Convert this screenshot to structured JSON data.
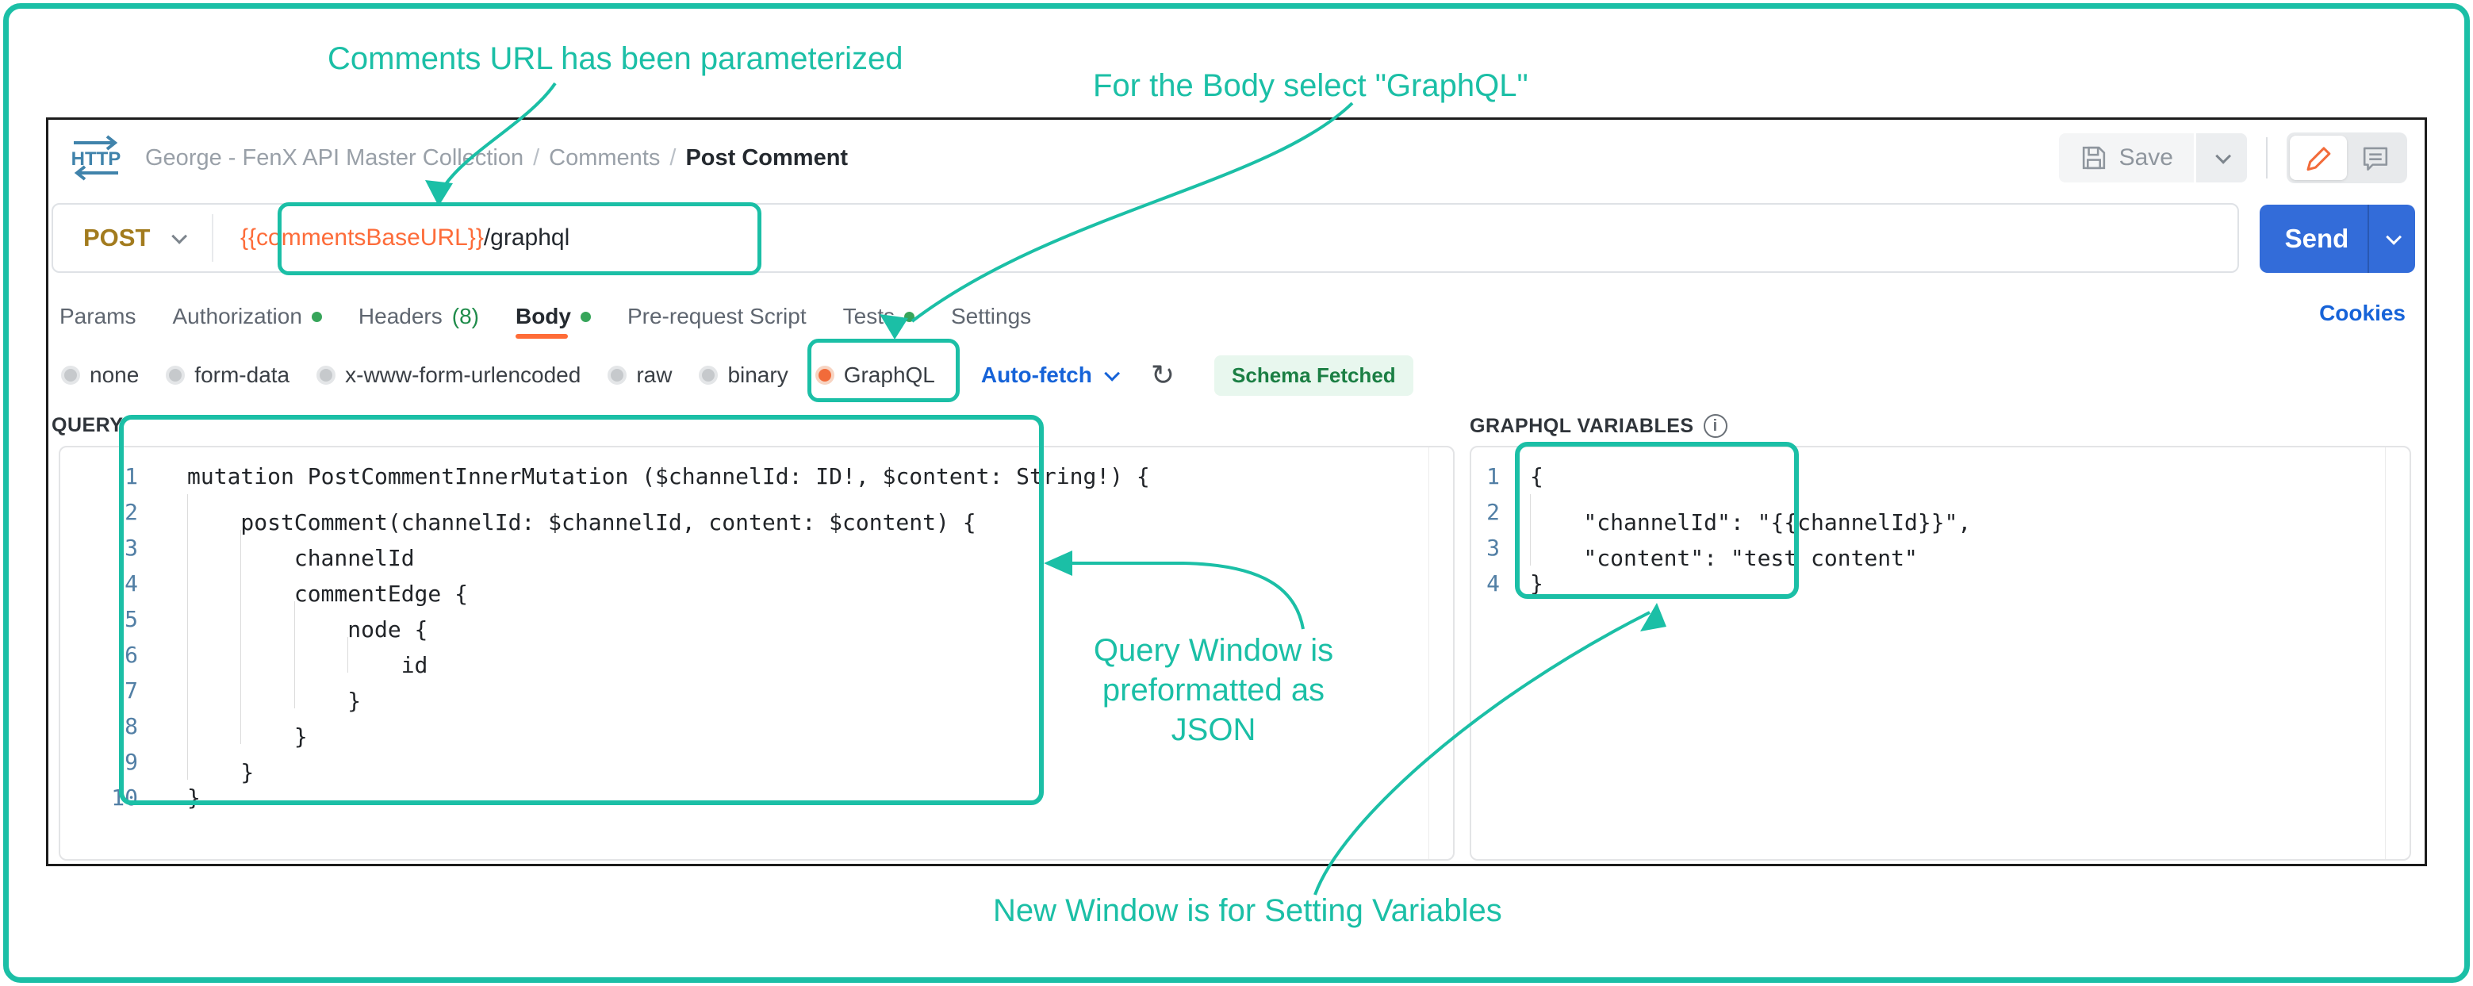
{
  "annotations": {
    "note_url": "Comments URL has been parameterized",
    "note_body": "For the Body select \"GraphQL\"",
    "note_query": "Query Window is preformatted as JSON",
    "note_variables": "New Window is for Setting Variables"
  },
  "header": {
    "protocol_badge": "HTTP",
    "breadcrumb": [
      "George - FenX API Master Collection",
      "Comments",
      "Post Comment"
    ],
    "save_label": "Save"
  },
  "request": {
    "method": "POST",
    "url_variable": "{{commentsBaseURL}}",
    "url_path": "/graphql",
    "send_label": "Send"
  },
  "tabs": [
    {
      "label": "Params"
    },
    {
      "label": "Authorization",
      "dot": true
    },
    {
      "label": "Headers",
      "count": "(8)"
    },
    {
      "label": "Body",
      "dot": true,
      "active": true
    },
    {
      "label": "Pre-request Script"
    },
    {
      "label": "Tests",
      "dot": true
    },
    {
      "label": "Settings"
    }
  ],
  "cookies_label": "Cookies",
  "body_types": [
    {
      "label": "none"
    },
    {
      "label": "form-data"
    },
    {
      "label": "x-www-form-urlencoded"
    },
    {
      "label": "raw"
    },
    {
      "label": "binary"
    },
    {
      "label": "GraphQL",
      "selected": true
    }
  ],
  "schema_bar": {
    "autofetch_label": "Auto-fetch",
    "refresh_icon": "↻",
    "status_badge": "Schema Fetched"
  },
  "query_editor": {
    "label": "QUERY",
    "lines": [
      {
        "n": 1,
        "indent": 0,
        "text": "mutation PostCommentInnerMutation ($channelId: ID!, $content: String!) {"
      },
      {
        "n": 2,
        "indent": 1,
        "text": "postComment(channelId: $channelId, content: $content) {"
      },
      {
        "n": 3,
        "indent": 2,
        "text": "channelId"
      },
      {
        "n": 4,
        "indent": 2,
        "text": "commentEdge {"
      },
      {
        "n": 5,
        "indent": 3,
        "text": "node {"
      },
      {
        "n": 6,
        "indent": 4,
        "text": "id"
      },
      {
        "n": 7,
        "indent": 3,
        "text": "}"
      },
      {
        "n": 8,
        "indent": 2,
        "text": "}"
      },
      {
        "n": 9,
        "indent": 1,
        "text": "}"
      },
      {
        "n": 10,
        "indent": 0,
        "text": "}"
      }
    ]
  },
  "variables_editor": {
    "label": "GRAPHQL VARIABLES",
    "info_glyph": "i",
    "lines": [
      {
        "n": 1,
        "indent": 0,
        "text": "{"
      },
      {
        "n": 2,
        "indent": 1,
        "text": "\"channelId\": \"{{channelId}}\","
      },
      {
        "n": 3,
        "indent": 1,
        "text": "\"content\": \"test content\""
      },
      {
        "n": 4,
        "indent": 0,
        "text": "}"
      }
    ]
  },
  "colors": {
    "annotation_teal": "#1bbfa6",
    "accent_orange": "#ff6c37",
    "method_post": "#a27b1e",
    "link_blue": "#1663d8",
    "send_blue": "#336cd9",
    "status_green": "#1b7f44"
  }
}
